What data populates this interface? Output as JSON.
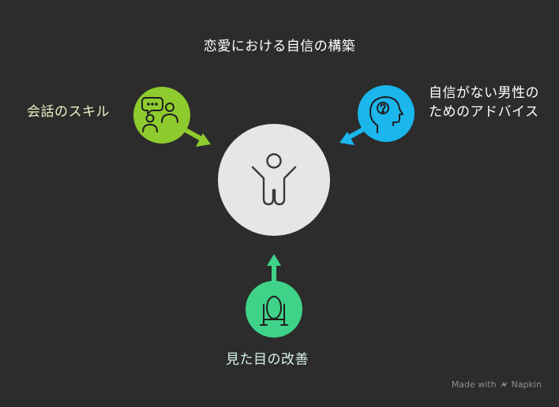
{
  "title": "恋愛における自信の構築",
  "center": {
    "icon": "person-arms-raised-icon"
  },
  "nodes": [
    {
      "label": "会話のスキル",
      "icon": "conversation-people-icon",
      "color": "#8ecb2f",
      "label_color": "#e9f3c4"
    },
    {
      "label": "自信がない男性のためのアドバイス",
      "icon": "head-question-icon",
      "color": "#1ab6ec",
      "label_color": "#ffffff"
    },
    {
      "label": "見た目の改善",
      "icon": "mirror-icon",
      "color": "#3fd38a",
      "label_color": "#d8f5e6"
    }
  ],
  "credit": {
    "made_with": "Made with",
    "brand": "Napkin"
  }
}
